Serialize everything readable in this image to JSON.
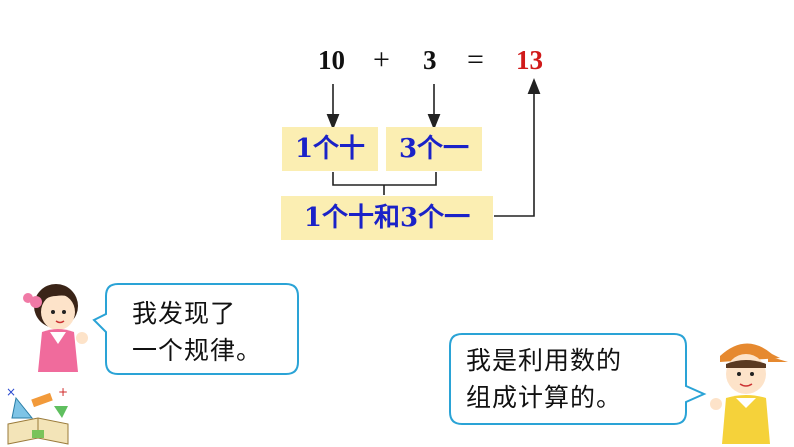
{
  "equation": {
    "operand1": "10",
    "plus": "+",
    "operand2": "3",
    "equals": "=",
    "result": "13",
    "result_color": "#d01a1a"
  },
  "boxes": {
    "tens": "1个十",
    "ones": "3个一",
    "combined": "1个十和3个一"
  },
  "speech": {
    "girl": [
      "我发现了",
      "一个规律。"
    ],
    "boy": [
      "我是利用数的",
      "组成计算的。"
    ]
  },
  "colors": {
    "box_fill": "#fbeeb2",
    "box_text": "#1a22c8",
    "bubble_border": "#2aa3d6"
  },
  "icons": [
    "girl-character-icon",
    "boy-character-icon",
    "math-tools-book-icon"
  ]
}
